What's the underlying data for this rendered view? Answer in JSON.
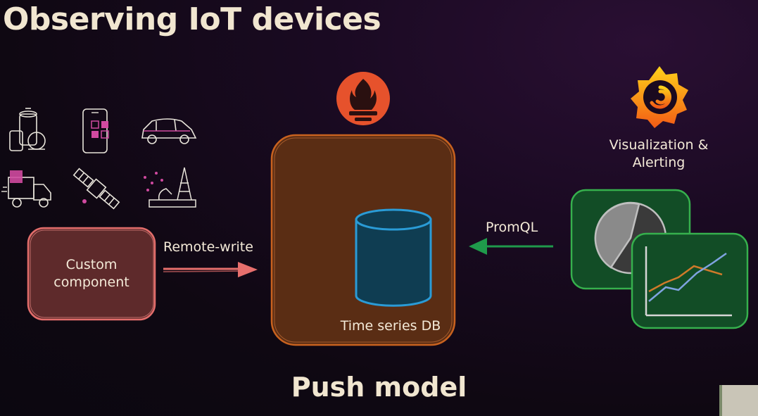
{
  "title": "Observing IoT devices",
  "footer": "Push model",
  "custom_component": {
    "line1": "Custom",
    "line2": "component"
  },
  "remote_write_label": "Remote-write",
  "tsdb_label": "Time series DB",
  "promql_label": "PromQL",
  "viz_label": {
    "line1": "Visualization &",
    "line2": "Alerting"
  },
  "icons": [
    "database-devices-icon",
    "smartphone-icon",
    "car-icon",
    "delivery-truck-icon",
    "satellite-icon",
    "oil-rig-icon",
    "prometheus-logo-icon",
    "grafana-logo-icon",
    "pie-chart-icon",
    "line-chart-icon"
  ],
  "colors": {
    "custom_box": "#e26d6b",
    "tsdb_box": "#c8621f",
    "db_cylinder": "#1f8fc9",
    "remote_write_arrow": "#e76f6d",
    "promql_arrow": "#1f9a4b",
    "viz_panels": "#36b04d",
    "prometheus": "#e6522c",
    "grafana": "#f46800"
  }
}
